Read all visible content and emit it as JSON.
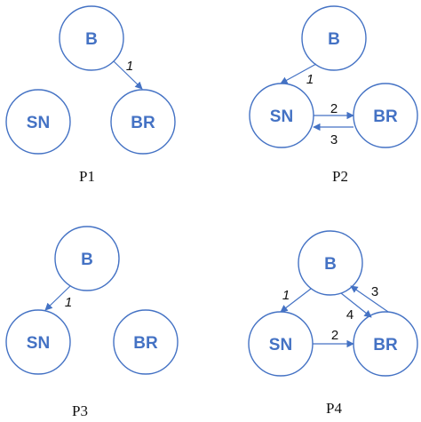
{
  "colors": {
    "node_stroke": "#4472c4",
    "node_text": "#4472c4",
    "edge": "#4472c4",
    "background": "#ffffff"
  },
  "panels": [
    {
      "id": "p1",
      "label": "P1",
      "nodes": {
        "b": "B",
        "sn": "SN",
        "br": "BR"
      },
      "edges": [
        {
          "from": "B",
          "to": "BR",
          "label": "1"
        }
      ]
    },
    {
      "id": "p2",
      "label": "P2",
      "nodes": {
        "b": "B",
        "sn": "SN",
        "br": "BR"
      },
      "edges": [
        {
          "from": "B",
          "to": "SN",
          "label": "1"
        },
        {
          "from": "SN",
          "to": "BR",
          "label": "2"
        },
        {
          "from": "BR",
          "to": "SN",
          "label": "3"
        }
      ]
    },
    {
      "id": "p3",
      "label": "P3",
      "nodes": {
        "b": "B",
        "sn": "SN",
        "br": "BR"
      },
      "edges": [
        {
          "from": "B",
          "to": "SN",
          "label": "1"
        }
      ]
    },
    {
      "id": "p4",
      "label": "P4",
      "nodes": {
        "b": "B",
        "sn": "SN",
        "br": "BR"
      },
      "edges": [
        {
          "from": "B",
          "to": "SN",
          "label": "1"
        },
        {
          "from": "SN",
          "to": "BR",
          "label": "2"
        },
        {
          "from": "BR",
          "to": "B",
          "label": "3"
        },
        {
          "from": "B",
          "to": "BR",
          "label": "4"
        }
      ]
    }
  ]
}
